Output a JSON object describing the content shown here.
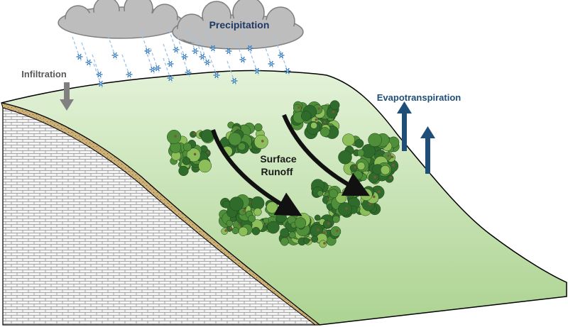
{
  "labels": {
    "precipitation": "Precipitation",
    "infiltration": "Infiltration",
    "evapotranspiration": "Evapotranspiration",
    "surface_runoff_line1": "Surface",
    "surface_runoff_line2": "Runoff"
  },
  "colors": {
    "precipitation_text": "#1f3864",
    "infiltration_text": "#595959",
    "infiltration_arrow": "#808080",
    "evapotranspiration": "#1f4e79",
    "runoff_text": "#1a1a1a",
    "cloud_fill": "#bdbdbd",
    "cloud_stroke": "#7f7f7f",
    "rain_streak": "#9dc3e6",
    "snowflake": "#2e75b6",
    "slope_top": "#dcefcf",
    "slope_bottom": "#a9d18e",
    "soil_band": "#c9b27c",
    "bedrock_fill": "#f2f2f2",
    "bedrock_lines": "#7f7f7f",
    "vegetation_dark": "#2f6b2a",
    "vegetation_mid": "#4f8f3a",
    "vegetation_light": "#8cbf5a",
    "vegetation_brown": "#7a5a3a"
  },
  "icons": {
    "cloud": "cloud-icon",
    "snowflake": "snowflake-icon",
    "vegetation": "vegetation-patch-icon",
    "runoff_arrow": "curved-arrow-icon",
    "up_arrow": "up-arrow-icon",
    "down_arrow": "down-arrow-icon"
  }
}
